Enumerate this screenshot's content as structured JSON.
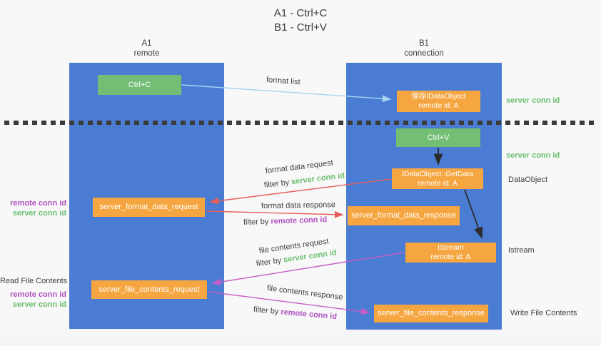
{
  "title": {
    "line1": "A1 - Ctrl+C",
    "line2": "B1 - Ctrl+V"
  },
  "columns": {
    "left": {
      "id": "A1",
      "role": "remote"
    },
    "right": {
      "id": "B1",
      "role": "connection"
    }
  },
  "nodes": {
    "ctrl_c": {
      "label": "Ctrl+C"
    },
    "save_dataobject": {
      "line1": "保存IDataObject",
      "line2": "remote id: A"
    },
    "ctrl_v": {
      "label": "Ctrl+V"
    },
    "getdata": {
      "line1": "IDataObject::GetData",
      "line2": "remote id: A"
    },
    "format_request": {
      "label": "server_format_data_request"
    },
    "format_response": {
      "label": "server_format_data_response"
    },
    "istream": {
      "line1": "IStream",
      "line2": "remote id: A"
    },
    "file_request": {
      "label": "server_file_contents_request"
    },
    "file_response": {
      "label": "server_file_contents_response"
    }
  },
  "flow_labels": {
    "format_list": "format list",
    "format_data_request": "format data request",
    "format_data_response": "format data response",
    "file_contents_request": "file contents request",
    "file_contents_response": "file contents response",
    "filter_by": "filter by",
    "server_conn_id": "server conn id",
    "remote_conn_id": "remote conn id"
  },
  "side_labels": {
    "left": {
      "remote_conn_id": "remote conn id",
      "server_conn_id": "server conn id",
      "read_file_contents": "Read File Contents"
    },
    "right": {
      "server_conn_id": "server conn id",
      "dataobject": "DataObject",
      "istream": "Istream",
      "write_file_contents": "Write File Contents"
    }
  },
  "colors": {
    "column_blue": "#4a7cd4",
    "node_green": "#71be74",
    "node_orange": "#f5a641",
    "arrow_light_blue": "#a8d4f0",
    "arrow_red": "#e65f5a",
    "arrow_magenta": "#c45ec4",
    "arrow_black": "#2b2b2b",
    "text_green": "#6abf6e",
    "text_purple": "#b052c0",
    "text_dark": "#3f3f3f"
  }
}
